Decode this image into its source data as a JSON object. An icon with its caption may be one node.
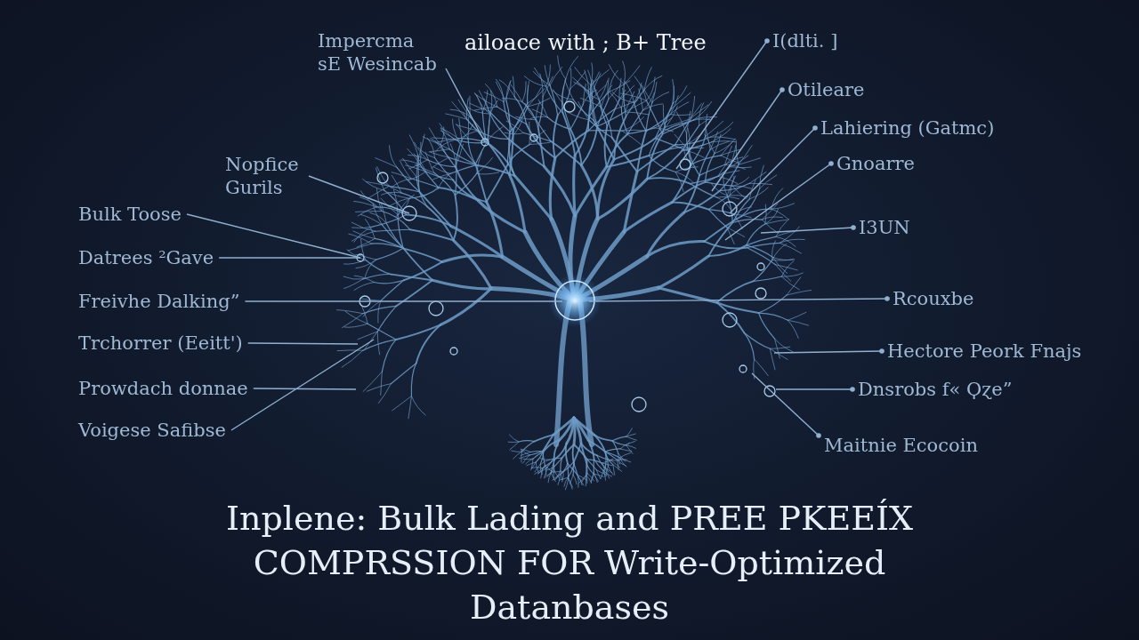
{
  "diagram": {
    "title": "Inplene: Bulk Lading and PREE PKEEÍX COMPRSSION FOR Write-Optimized Datanbases",
    "nodes": [
      {
        "text": [
          "Impercma sE Wesincab"
        ]
      },
      {
        "text": [
          "I(dlti. ]"
        ]
      },
      {
        "text": [
          "Otileare"
        ]
      },
      {
        "text": [
          "Nopfice Gurils"
        ]
      },
      {
        "text": [
          "Lahiering (Gatmc)"
        ]
      },
      {
        "text": [
          "Gnoarre"
        ]
      },
      {
        "text": [
          "Bulk Toose"
        ]
      },
      {
        "text": [
          "I3UN"
        ]
      },
      {
        "text": [
          "Datrees ²Gave"
        ]
      },
      {
        "text": [
          "Freivhe Dalking”"
        ]
      },
      {
        "text": [
          "Rcouxbe"
        ]
      },
      {
        "text": [
          "Trchorrer (Eeitt')"
        ]
      },
      {
        "text": [
          "Hectore Peork Fnajs"
        ]
      },
      {
        "text": [
          "Prowdach donnae"
        ]
      },
      {
        "text": [
          "Dnsrobs f« Ϙɀe”"
        ]
      },
      {
        "text": [
          "Voigese Safibse"
        ]
      },
      {
        "text": [
          "Maitnie Ecocoin"
        ]
      }
    ],
    "edges": [
      {
        "from": 0,
        "to": null,
        "arrow": "none"
      },
      {
        "from": 1,
        "to": null,
        "arrow": "other"
      },
      {
        "from": 2,
        "to": null,
        "arrow": "other"
      },
      {
        "from": 3,
        "to": null,
        "arrow": "none"
      },
      {
        "from": 4,
        "to": null,
        "arrow": "other"
      },
      {
        "from": 5,
        "to": null,
        "arrow": "other"
      },
      {
        "from": 6,
        "to": null,
        "arrow": "none"
      },
      {
        "from": 7,
        "to": null,
        "arrow": "other"
      },
      {
        "from": 8,
        "to": null,
        "arrow": "none"
      },
      {
        "from": 9,
        "to": null,
        "arrow": "none"
      },
      {
        "from": 10,
        "to": null,
        "arrow": "other"
      },
      {
        "from": 11,
        "to": null,
        "arrow": "none"
      },
      {
        "from": 12,
        "to": null,
        "arrow": "other"
      },
      {
        "from": 13,
        "to": null,
        "arrow": "none"
      },
      {
        "from": 14,
        "to": null,
        "arrow": "other"
      },
      {
        "from": 15,
        "to": null,
        "arrow": "none"
      },
      {
        "from": 16,
        "to": null,
        "arrow": "other"
      }
    ],
    "labels": [
      "ailoace with ; B+ Tree"
    ]
  }
}
